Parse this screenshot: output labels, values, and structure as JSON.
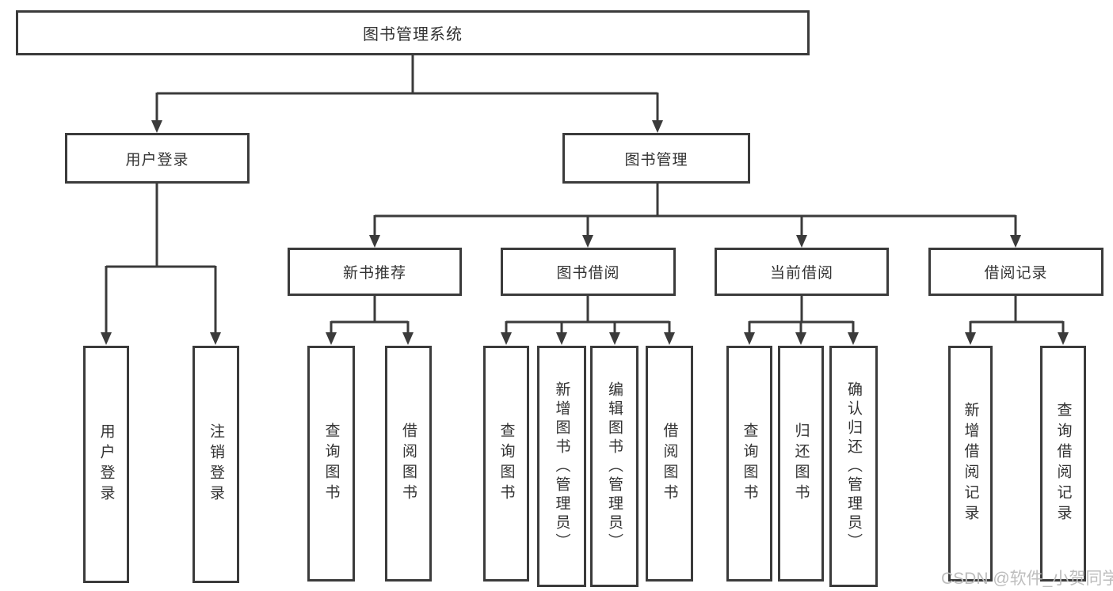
{
  "diagram": {
    "title": "图书管理系统",
    "level2": {
      "user_login": "用户登录",
      "book_management": "图书管理"
    },
    "level3": {
      "new_book_recommend": "新书推荐",
      "book_borrow": "图书借阅",
      "current_borrow": "当前借阅",
      "borrow_records": "借阅记录"
    },
    "leaves": {
      "user_login": [
        "用户登录",
        "注销登录"
      ],
      "new_book_recommend": [
        "查询图书",
        "借阅图书"
      ],
      "book_borrow": [
        "查询图书",
        "新增图书（管理员）",
        "编辑图书（管理员）",
        "借阅图书"
      ],
      "current_borrow": [
        "查询图书",
        "归还图书",
        "确认归还（管理员）"
      ],
      "borrow_records": [
        "新增借阅记录",
        "查询借阅记录"
      ]
    }
  },
  "watermark": "CSDN @软件_小贺同学",
  "colors": {
    "line": "#3b3b3b",
    "text": "#333333",
    "watermark": "#bdbdbd",
    "background": "#ffffff"
  }
}
